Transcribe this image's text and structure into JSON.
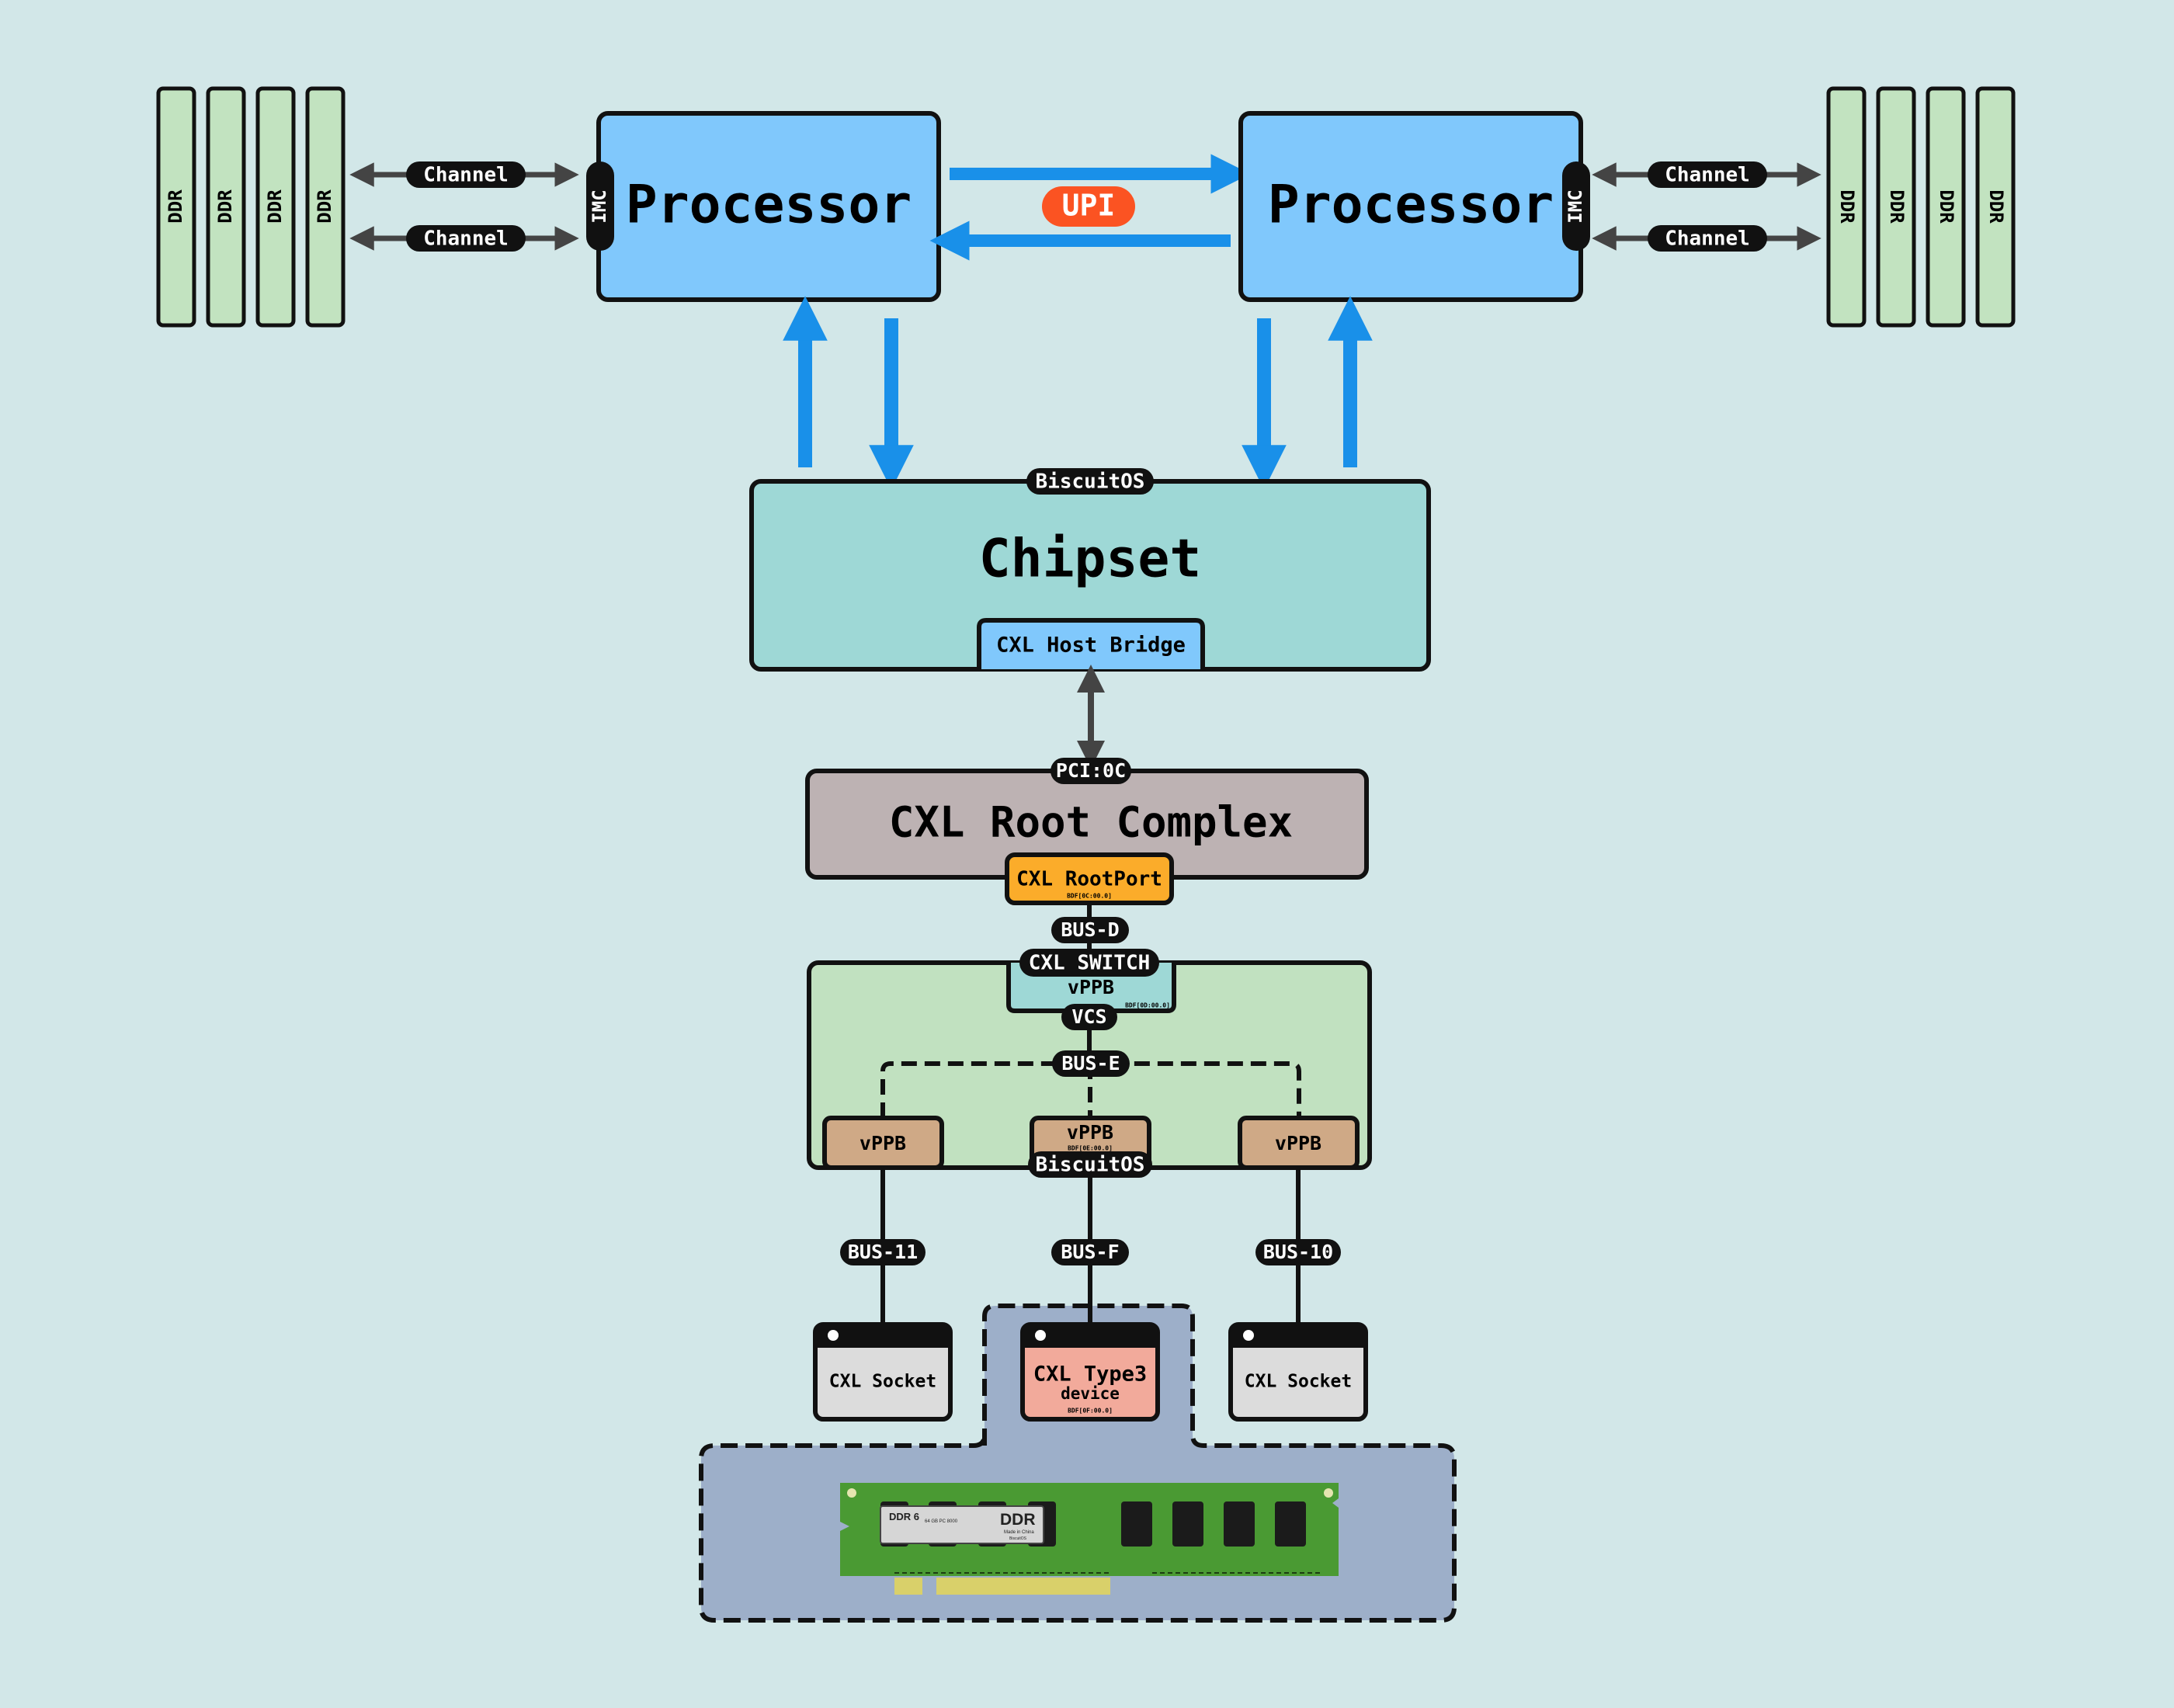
{
  "colors": {
    "background": "#d2e7e8",
    "processor": "#80c8fc",
    "ddr": "#c2e3c0",
    "upi_badge": "#fb5322",
    "bus_arrow": "#1990e9",
    "chipset": "#9ed8d6",
    "host_bridge": "#80c8fc",
    "root_complex": "#bdb2b3",
    "root_port": "#fbac2a",
    "switch_body": "#c1e1c0",
    "vppb_upstream": "#9ed8d6",
    "vppb_downstream": "#cfa986",
    "cxl_socket": "#dcdcdc",
    "type3_device": "#f2aa9b",
    "memory_zone": "#9dafc9",
    "dimm_pcb": "#4a9a33",
    "dimm_contacts": "#d9d06a"
  },
  "processors": {
    "left": {
      "label": "Processor",
      "imc": "IMC"
    },
    "right": {
      "label": "Processor",
      "imc": "IMC"
    },
    "interconnect": "UPI"
  },
  "memory_channels": {
    "left": {
      "dimm_label": "DDR",
      "dimm_count": 4,
      "channels": [
        "Channel",
        "Channel"
      ]
    },
    "right": {
      "dimm_label": "DDR",
      "dimm_count": 4,
      "channels": [
        "Channel",
        "Channel"
      ]
    }
  },
  "chipset": {
    "label": "Chipset",
    "tag": "BiscuitOS",
    "host_bridge": "CXL Host Bridge"
  },
  "root_complex": {
    "tag": "PCI:0C",
    "label": "CXL Root Complex",
    "root_port": "CXL RootPort",
    "root_port_bdf": "BDF[0C:00.0]"
  },
  "switch": {
    "upstream_bus": "BUS-D",
    "label": "CXL SWITCH",
    "upstream_vppb": "vPPB",
    "upstream_bdf": "BDF[0D:00.0]",
    "vcs": "VCS",
    "internal_bus": "BUS-E",
    "downstream_ports": [
      {
        "label": "vPPB",
        "bdf": ""
      },
      {
        "label": "vPPB",
        "bdf": "BDF[0E:00.0]"
      },
      {
        "label": "vPPB",
        "bdf": ""
      }
    ],
    "tag": "BiscuitOS"
  },
  "endpoints": [
    {
      "bus": "BUS-11",
      "label": "CXL Socket",
      "sub": "",
      "bdf": ""
    },
    {
      "bus": "BUS-F",
      "label": "CXL Type3",
      "sub": "device",
      "bdf": "BDF[0F:00.0]"
    },
    {
      "bus": "BUS-10",
      "label": "CXL Socket",
      "sub": "",
      "bdf": ""
    }
  ],
  "dimm_module": {
    "gen_label": "DDR 6",
    "spec": "64 GB PC 8000",
    "brand": "DDR",
    "made_in": "Made in China",
    "maker": "BiscuitOS"
  }
}
